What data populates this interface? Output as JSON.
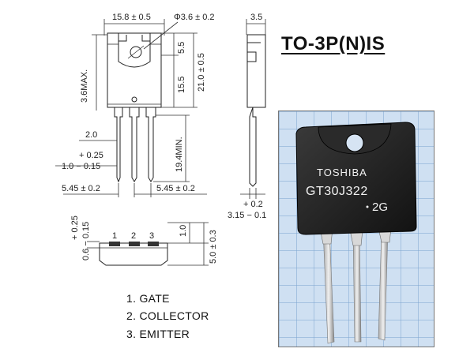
{
  "title": "TO-3P(N)IS",
  "dimensions": {
    "top_width": "15.8 ± 0.5",
    "hole_dia": "Φ3.6 ± 0.2",
    "side_thickness": "3.5",
    "left_height": "3.6MAX.",
    "top_to_hole": "5.5",
    "body_lower": "15.5",
    "body_total": "21.0 ± 0.5",
    "lead_length": "19.4MIN.",
    "lead_width": "2.0",
    "lead_thick_tol": "+ 0.25",
    "lead_thick": "1.0 − 0.15",
    "pitch_left": "5.45 ± 0.2",
    "pitch_right": "5.45 ± 0.2",
    "side_tol": "+ 0.2",
    "side_lead": "3.15 − 0.1",
    "bottom_tol": "+ 0.25",
    "bottom_thick": "0.6 − 0.15",
    "bottom_h1": "1.0",
    "bottom_h2": "5.0 ± 0.3",
    "pin1": "1",
    "pin2": "2",
    "pin3": "3"
  },
  "photo": {
    "brand": "TOSHIBA",
    "part": "GT30J322",
    "code": "2G"
  },
  "legend": [
    "1. GATE",
    "2. COLLECTOR",
    "3. EMITTER"
  ]
}
